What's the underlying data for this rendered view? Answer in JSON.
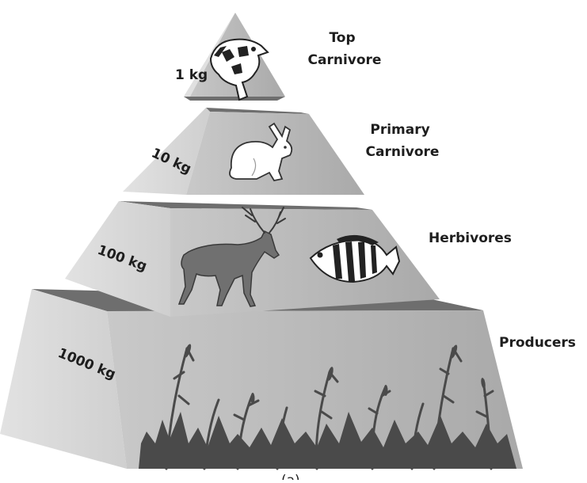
{
  "diagram": {
    "levels": [
      {
        "name": "Top\nCarnivore",
        "name_lines": [
          "Top",
          "Carnivore"
        ],
        "mass": "1 kg",
        "organisms": [
          "bass-fish-icon"
        ]
      },
      {
        "name": "Primary\nCarnivore",
        "name_lines": [
          "Primary",
          "Carnivore"
        ],
        "mass": "10 kg",
        "organisms": [
          "rabbit-icon"
        ]
      },
      {
        "name": "Herbivores",
        "name_lines": [
          "Herbivores"
        ],
        "mass": "100 kg",
        "organisms": [
          "deer-icon",
          "sunfish-icon"
        ]
      },
      {
        "name": "Producers",
        "name_lines": [
          "Producers"
        ],
        "mass": "1000 kg",
        "organisms": [
          "grass-plants-icon"
        ]
      }
    ],
    "caption": "(a)",
    "colors": {
      "front_face": "#b4b4b4",
      "side_face": "#d9d9d9",
      "top_face": "#6e6e6e",
      "silhouette": "#4a4a4a",
      "deer_fill": "#707070"
    }
  }
}
